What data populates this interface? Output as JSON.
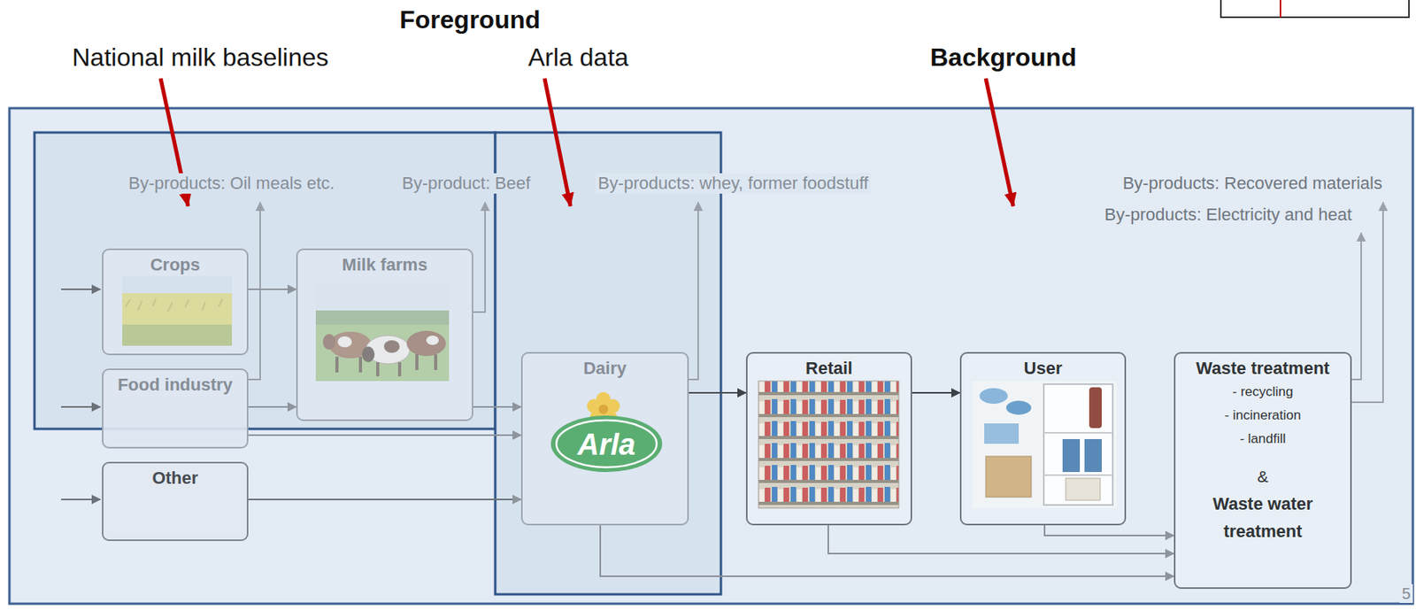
{
  "diagram": {
    "nodes": [
      {
        "text": [
          "Crops"
        ]
      },
      {
        "text": [
          "Milk farms"
        ]
      },
      {
        "text": [
          "Food industry"
        ]
      },
      {
        "text": [
          "Other"
        ]
      },
      {
        "text": [
          "Dairy",
          "Arla"
        ]
      },
      {
        "text": [
          "Retail"
        ]
      },
      {
        "text": [
          "User"
        ]
      },
      {
        "text": [
          "Waste treatment",
          "- recycling",
          "- incineration",
          "- landfill",
          "&",
          "Waste water treatment"
        ]
      }
    ],
    "edges": [
      {
        "from": 0,
        "to": 1,
        "arrow": "to"
      },
      {
        "from": 2,
        "to": 1,
        "arrow": "to"
      },
      {
        "from": 1,
        "to": 4,
        "arrow": "to"
      },
      {
        "from": 2,
        "to": 4,
        "arrow": "to"
      },
      {
        "from": 3,
        "to": 4,
        "arrow": "to"
      },
      {
        "from": 4,
        "to": 5,
        "arrow": "to"
      },
      {
        "from": 5,
        "to": 6,
        "arrow": "to"
      },
      {
        "from": 5,
        "to": 7,
        "arrow": "to"
      },
      {
        "from": 6,
        "to": 7,
        "arrow": "to"
      },
      {
        "from": 4,
        "to": 7,
        "arrow": "to"
      }
    ],
    "labels": [
      "Foreground",
      "National milk baselines",
      "Arla data",
      "Background",
      "By-products: Oil meals etc.",
      "By-product: Beef",
      "By-products: whey, former foodstuff",
      "By-products: Recovered materials",
      "By-products: Electricity and heat",
      "5"
    ]
  }
}
